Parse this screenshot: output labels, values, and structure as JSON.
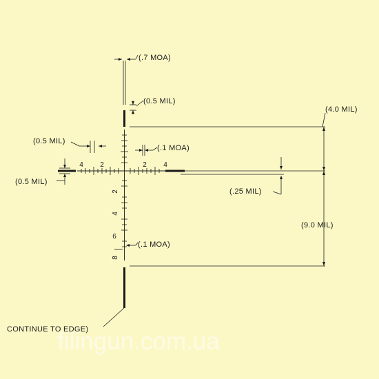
{
  "colors": {
    "background": "#fbf8c6",
    "ink": "#1a1a1a",
    "watermark": "#ffffff"
  },
  "labels": {
    "thin_post_width": "(.7 MOA)",
    "post_gap": "(0.5 MIL)",
    "top_height": "(4.0 MIL)",
    "left_hash_spacing": "(0.5 MIL)",
    "right_hash_width": "(.1 MOA)",
    "left_post_thickness": "(0.5 MIL)",
    "right_post_thickness": "(.25 MIL)",
    "bottom_height": "(9.0 MIL)",
    "vertical_hash_width": "(.1 MOA)",
    "continue_note": "CONTINUE TO EDGE)"
  },
  "scale_numbers": {
    "left_4": "4",
    "left_2": "2",
    "right_2": "2",
    "right_4": "4",
    "down_2": "2",
    "down_4": "4",
    "down_6": "6",
    "down_8": "8"
  },
  "watermark": "filingun.com.ua"
}
